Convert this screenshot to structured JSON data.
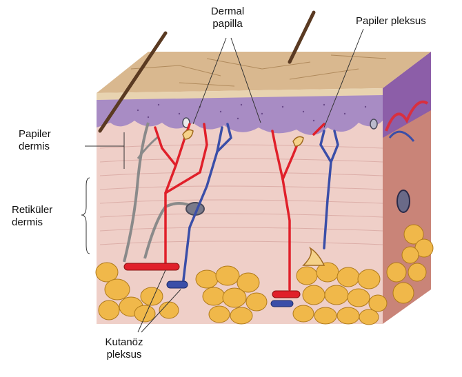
{
  "labels": {
    "dermal_papilla": {
      "line1": "Dermal",
      "line2": "papilla"
    },
    "papiler_pleksus": {
      "text": "Papiler pleksus"
    },
    "papiler_dermis": {
      "line1": "Papiler",
      "line2": "dermis"
    },
    "retikuler_dermis": {
      "line1": "Retiküler",
      "line2": "dermis"
    },
    "kutanoz_pleksus": {
      "line1": "Kutanöz",
      "line2": "pleksus"
    }
  },
  "colors": {
    "background": "#ffffff",
    "surface_top": "#d9b88f",
    "epidermis": "#a88cc4",
    "dermis": "#efcfc8",
    "side_face": "#c98478",
    "fat": "#f0b84a",
    "artery": "#e0202a",
    "vein": "#3a4ea8",
    "nerve": "#8a8a8a",
    "hair": "#5a3a22",
    "leader_line": "#333333"
  }
}
